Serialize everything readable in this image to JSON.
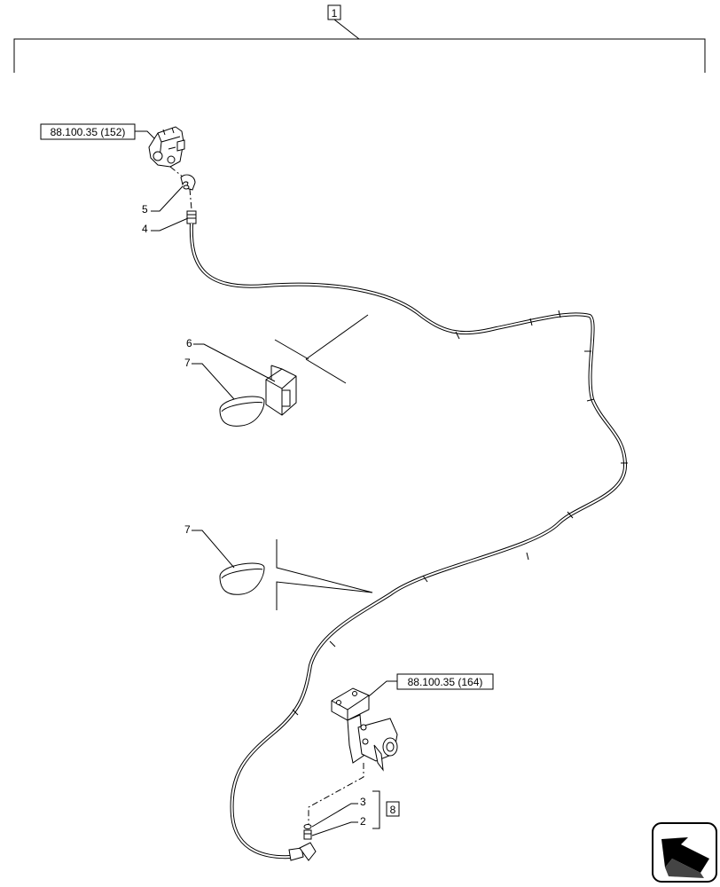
{
  "assembly_label": "1",
  "kit_label": "8",
  "references": {
    "top": "88.100.35 (152)",
    "bottom": "88.100.35 (164)"
  },
  "callouts": [
    "5",
    "4",
    "6",
    "7",
    "7",
    "3",
    "2"
  ],
  "icons": [
    "navigation-arrow-icon"
  ]
}
